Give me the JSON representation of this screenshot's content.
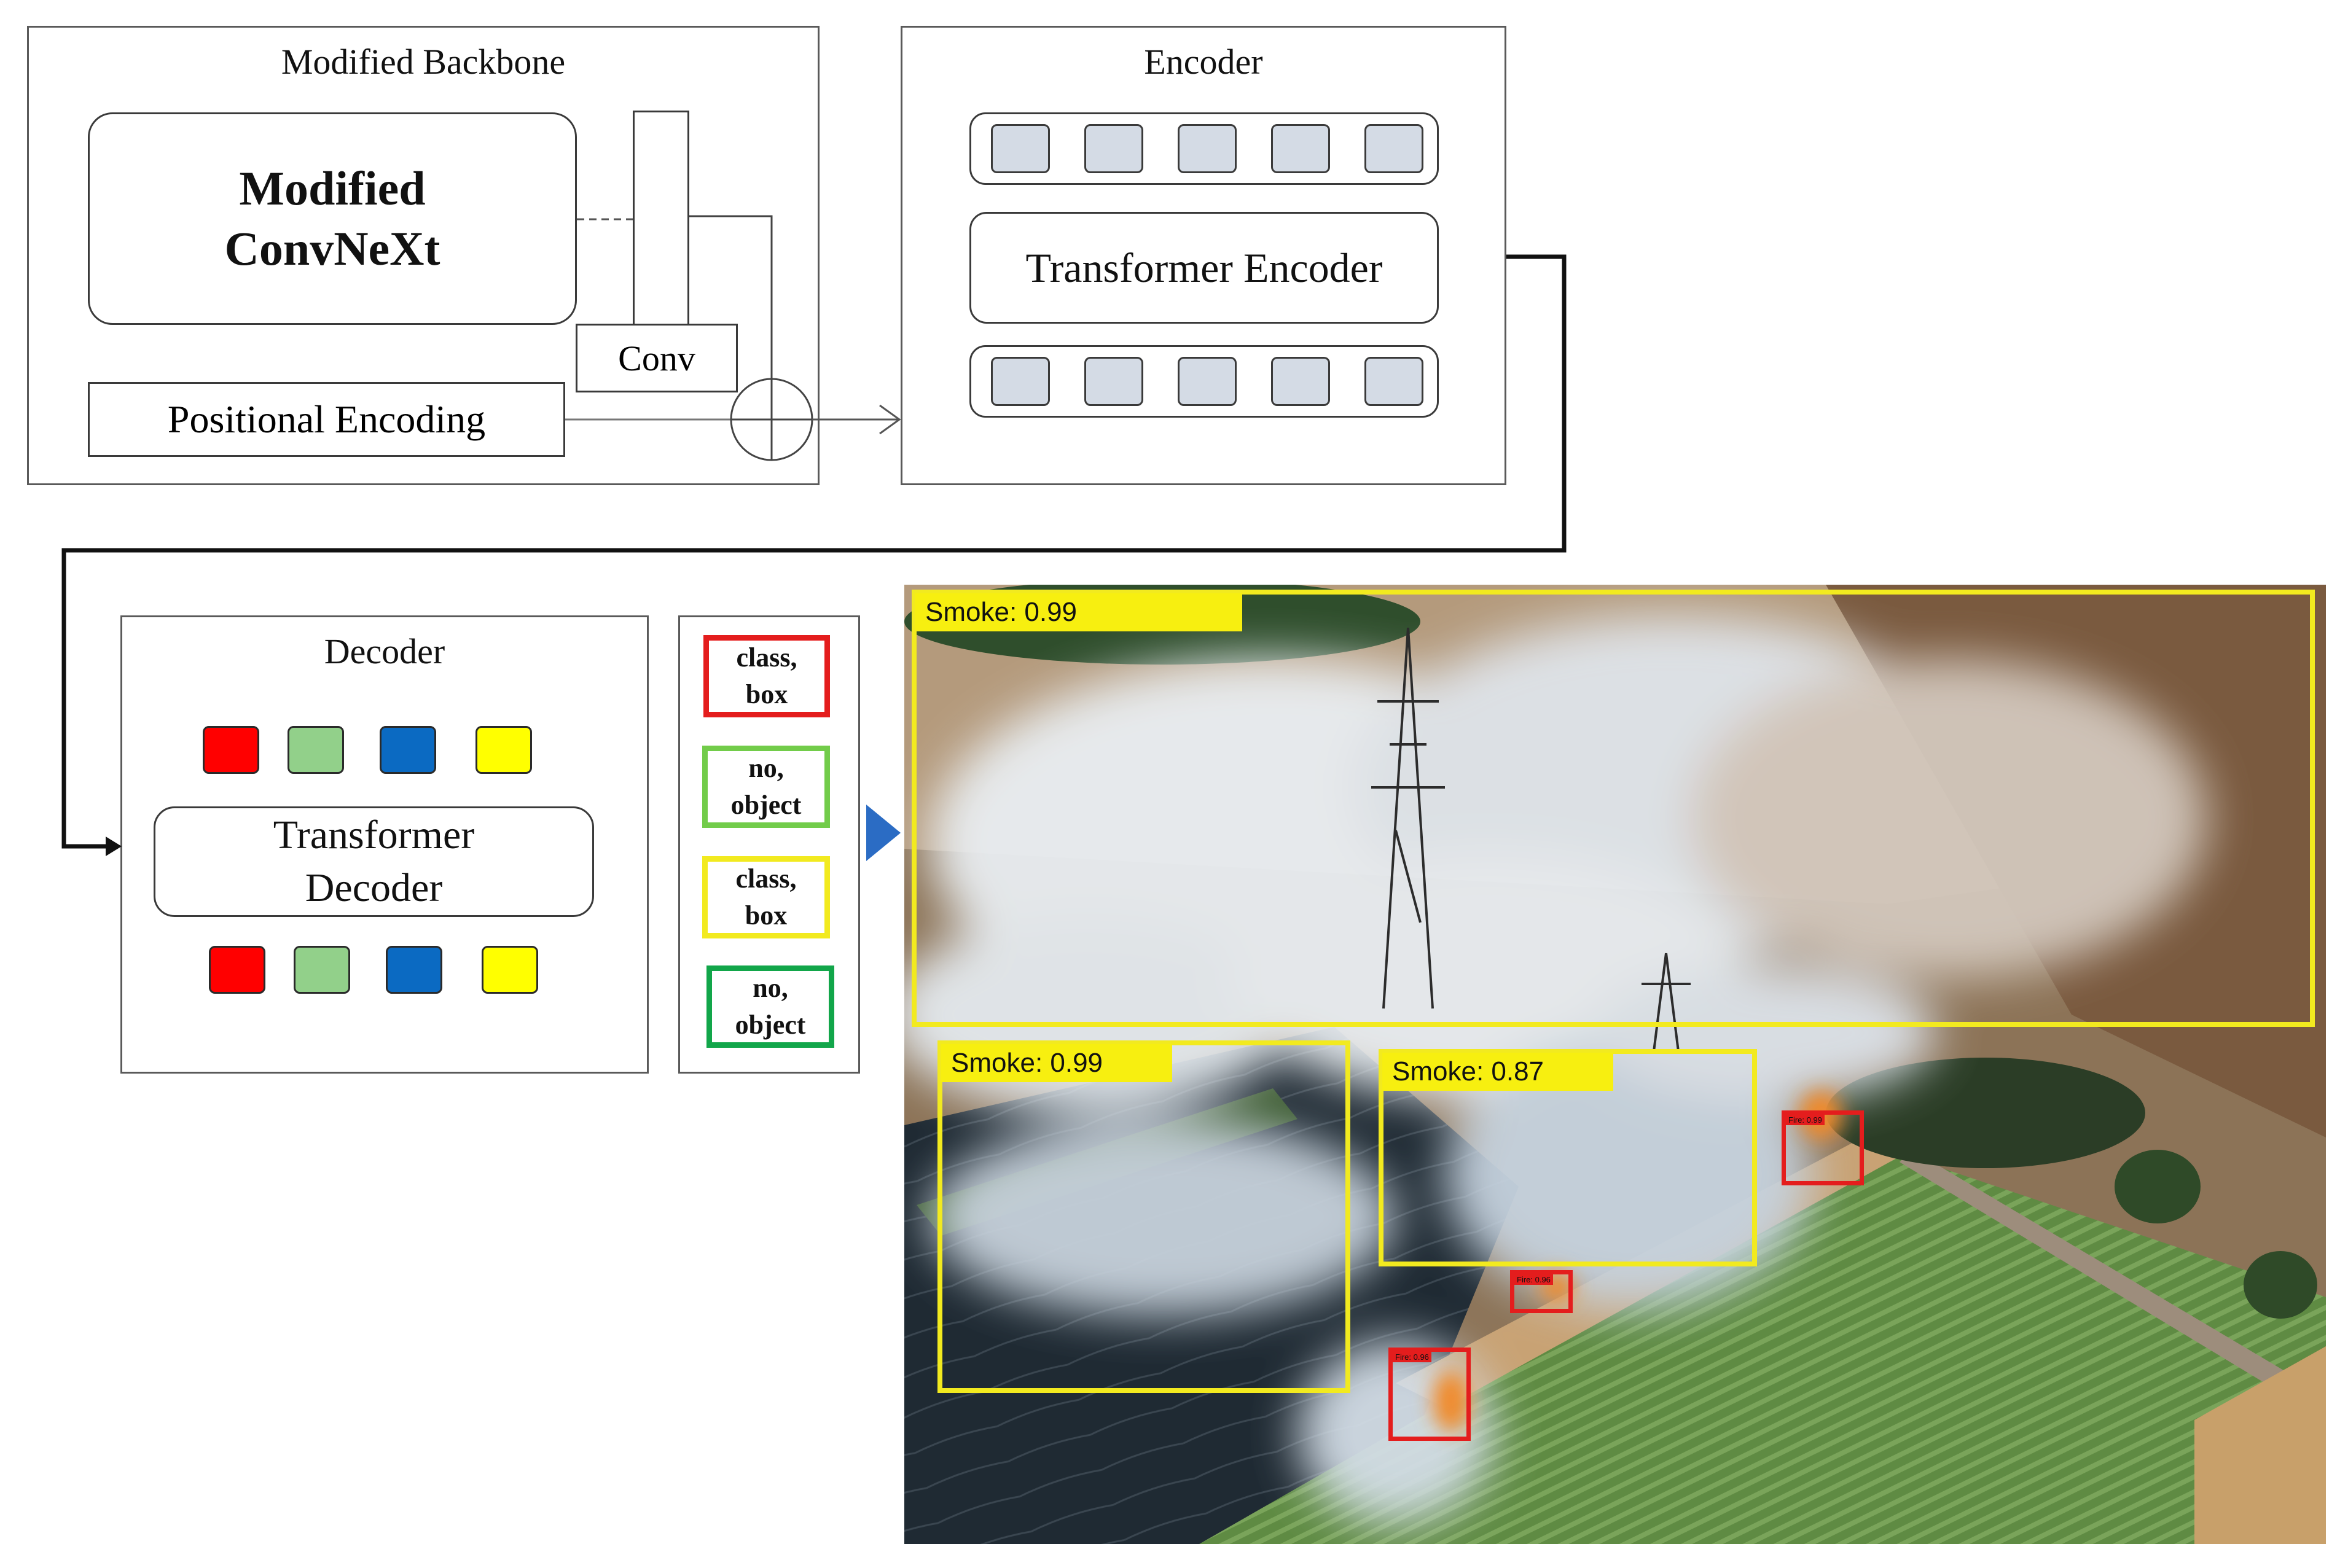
{
  "backbone": {
    "title": "Modified Backbone",
    "model_line1": "Modified",
    "model_line2": "ConvNeXt",
    "conv_label": "Conv",
    "pos_enc_label": "Positional Encoding"
  },
  "encoder": {
    "title": "Encoder",
    "block_label": "Transformer Encoder",
    "token_color": "#d4dbe5"
  },
  "decoder": {
    "title": "Decoder",
    "block_line1": "Transformer",
    "block_line2": "Decoder",
    "query_colors": [
      "#ff0000",
      "#92d08a",
      "#0b6ac2",
      "#ffff00"
    ]
  },
  "predictions": [
    {
      "line1": "class,",
      "line2": "box",
      "color": "#e41d1d"
    },
    {
      "line1": "no,",
      "line2": "object",
      "color": "#72cc4a"
    },
    {
      "line1": "class,",
      "line2": "box",
      "color": "#f2ea1f"
    },
    {
      "line1": "no,",
      "line2": "object",
      "color": "#12a64a"
    }
  ],
  "detections": {
    "smoke_1": "Smoke: 0.99",
    "smoke_2": "Smoke: 0.99",
    "smoke_3": "Smoke: 0.87",
    "fire_1": "Fire: 0.99",
    "fire_2": "Fire: 0.96",
    "fire_3": "Fire: 0.96"
  },
  "colors": {
    "smoke_box": "#f2ea1f",
    "fire_box": "#e41d1d",
    "arrow": "#2b6cc4",
    "line": "#111111"
  }
}
